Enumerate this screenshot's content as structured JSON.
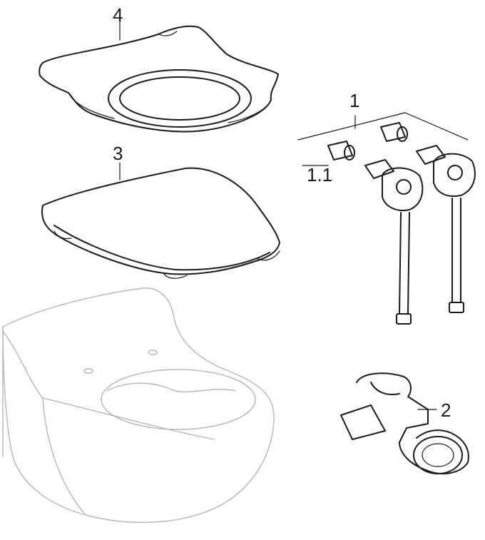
{
  "diagram": {
    "callouts": {
      "part_4": "4",
      "part_3": "3",
      "part_1": "1",
      "part_1_1": "1.1",
      "part_2": "2"
    }
  }
}
